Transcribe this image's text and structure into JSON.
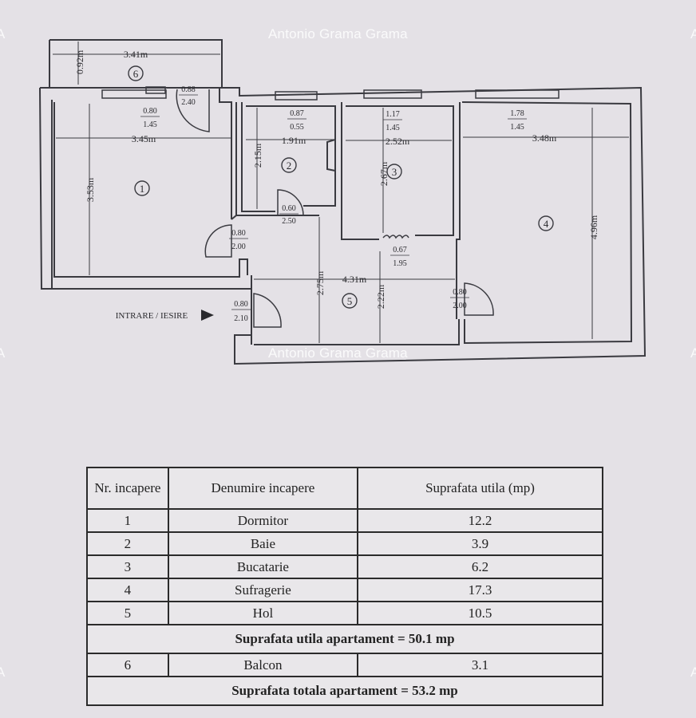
{
  "watermark": {
    "text": "Antonio Grama Grama",
    "edge_char": "A"
  },
  "plan": {
    "entrance_label": "INTRARE / IESIRE",
    "room_numbers": [
      "1",
      "2",
      "3",
      "4",
      "5",
      "6"
    ],
    "dimensions": {
      "balcony_width": "3.41m",
      "balcony_depth": "0.92m",
      "room1_width": "3.45m",
      "room1_height": "3.53m",
      "room2_width": "1.91m",
      "room2_height": "2.15m",
      "room3_width": "2.52m",
      "room3_height": "2.67m",
      "room4_width": "3.48m",
      "room4_height": "4.96m",
      "hall_width": "4.31m",
      "hall_height_a": "2.75m",
      "hall_height_b": "2.22m"
    },
    "openings": {
      "balcony_door": [
        "0.88",
        "2.40"
      ],
      "window_1": [
        "0.80",
        "1.45"
      ],
      "window_2": [
        "0.87",
        "0.55"
      ],
      "window_3": [
        "1.17",
        "1.45"
      ],
      "window_4": [
        "1.78",
        "1.45"
      ],
      "door_2": [
        "0.60",
        "2.50"
      ],
      "door_1": [
        "0.80",
        "2.00"
      ],
      "door_3": [
        "0.67",
        "1.95"
      ],
      "door_4": [
        "0.80",
        "2.00"
      ],
      "entrance_door": [
        "0.80",
        "2.10"
      ]
    }
  },
  "table": {
    "headers": [
      "Nr. incapere",
      "Denumire incapere",
      "Suprafata utila (mp)"
    ],
    "rows": [
      {
        "nr": "1",
        "name": "Dormitor",
        "area": "12.2"
      },
      {
        "nr": "2",
        "name": "Baie",
        "area": "3.9"
      },
      {
        "nr": "3",
        "name": "Bucatarie",
        "area": "6.2"
      },
      {
        "nr": "4",
        "name": "Sufragerie",
        "area": "17.3"
      },
      {
        "nr": "5",
        "name": "Hol",
        "area": "10.5"
      }
    ],
    "subtotal": "Suprafata utila apartament = 50.1 mp",
    "balcony_row": {
      "nr": "6",
      "name": "Balcon",
      "area": "3.1"
    },
    "total": "Suprafata totala apartament  =  53.2 mp"
  }
}
